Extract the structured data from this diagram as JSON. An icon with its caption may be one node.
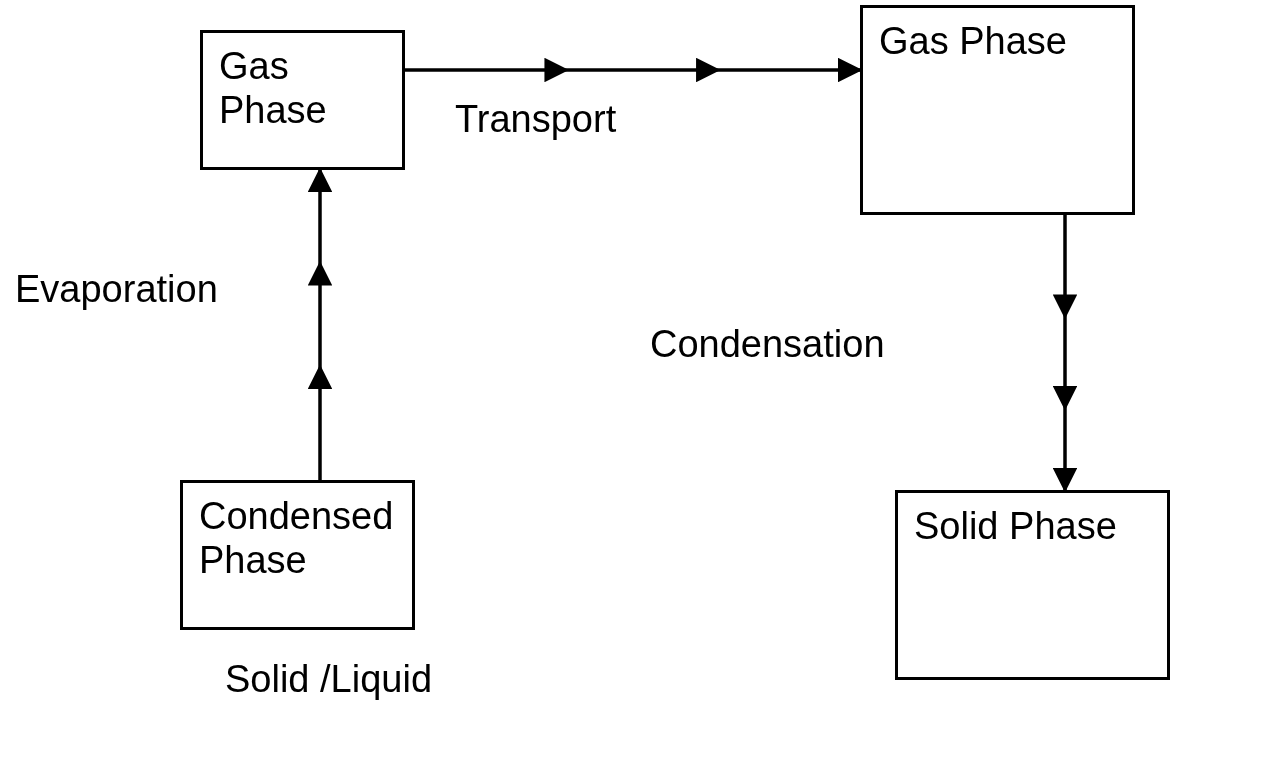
{
  "diagram": {
    "nodes": [
      {
        "text": [
          "Gas Phase"
        ]
      },
      {
        "text": [
          "Gas Phase"
        ]
      },
      {
        "text": [
          "Condensed Phase"
        ],
        "beside": [
          "Solid /Liquid"
        ]
      },
      {
        "text": [
          "Solid Phase"
        ]
      }
    ],
    "edges": [
      {
        "from": 2,
        "to": 0,
        "arrow": "to",
        "label": "Evaporation"
      },
      {
        "from": 0,
        "to": 1,
        "arrow": "to",
        "label": "Transport"
      },
      {
        "from": 1,
        "to": 3,
        "arrow": "to",
        "label": "Condensation"
      }
    ]
  }
}
